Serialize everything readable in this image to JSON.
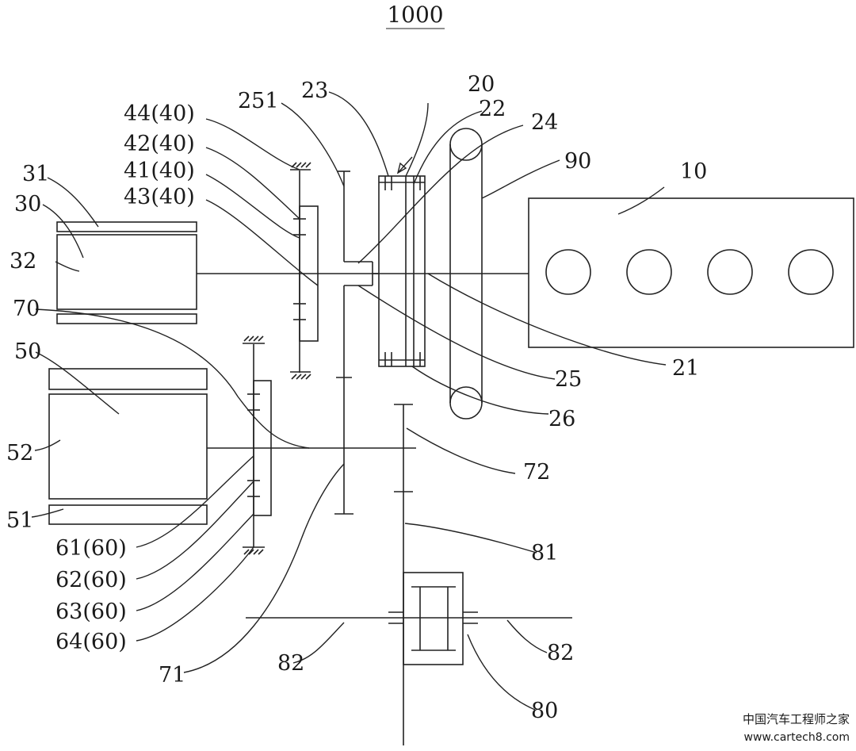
{
  "figure": {
    "title": "1000",
    "labels": {
      "l10": "10",
      "l20": "20",
      "l21": "21",
      "l22": "22",
      "l23": "23",
      "l24": "24",
      "l25": "25",
      "l251": "251",
      "l26": "26",
      "l30": "30",
      "l31": "31",
      "l32": "32",
      "l41": "41(40)",
      "l42": "42(40)",
      "l43": "43(40)",
      "l44": "44(40)",
      "l50": "50",
      "l51": "51",
      "l52": "52",
      "l61": "61(60)",
      "l62": "62(60)",
      "l63": "63(60)",
      "l64": "64(60)",
      "l70": "70",
      "l71": "71",
      "l72": "72",
      "l80": "80",
      "l81": "81",
      "l82a": "82",
      "l82b": "82",
      "l90": "90"
    }
  },
  "watermark": {
    "line1": "中国汽车工程师之家",
    "line2": "www.cartech8.com"
  }
}
